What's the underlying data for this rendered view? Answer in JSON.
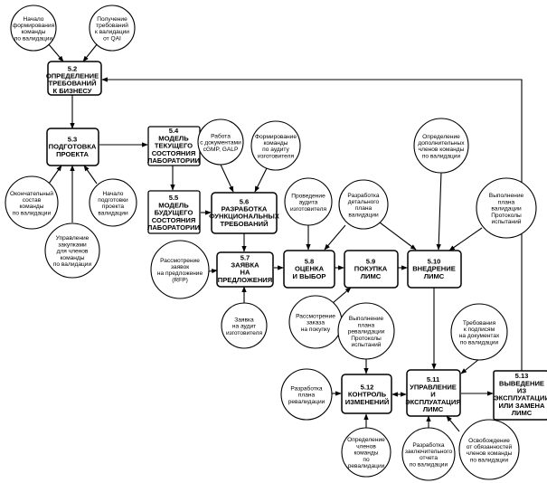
{
  "processes": [
    {
      "id": "p52",
      "lines": [
        "5.2",
        "ОПРЕДЕЛЕНИЕ",
        "ТРЕБОВАНИЙ",
        "К БИЗНЕСУ"
      ]
    },
    {
      "id": "p53",
      "lines": [
        "5.3",
        "ПОДГОТОВКА",
        "ПРОЕКТА"
      ]
    },
    {
      "id": "p54",
      "lines": [
        "5.4",
        "МОДЕЛЬ",
        "ТЕКУЩЕГО",
        "СОСТОЯНИЯ",
        "ЛАБОРАТОРИИ"
      ]
    },
    {
      "id": "p55",
      "lines": [
        "5.5",
        "МОДЕЛЬ",
        "БУДУЩЕГО",
        "СОСТОЯНИЯ",
        "ЛАБОРАТОРИИ"
      ]
    },
    {
      "id": "p56",
      "lines": [
        "5.6",
        "РАЗРАБОТКА",
        "ФУНКЦИОНАЛЬНЫХ",
        "ТРЕБОВАНИЙ"
      ]
    },
    {
      "id": "p57",
      "lines": [
        "5.7",
        "ЗАЯВКА",
        "НА",
        "ПРЕДЛОЖЕНИЯ"
      ]
    },
    {
      "id": "p58",
      "lines": [
        "5.8",
        "ОЦЕНКА",
        "И ВЫБОР"
      ]
    },
    {
      "id": "p59",
      "lines": [
        "5.9",
        "ПОКУПКА",
        "ЛИМС"
      ]
    },
    {
      "id": "p510",
      "lines": [
        "5.10",
        "ВНЕДРЕНИЕ",
        "ЛИМС"
      ]
    },
    {
      "id": "p511",
      "lines": [
        "5.11",
        "УПРАВЛЕНИЕ",
        "И",
        "ЭКСПЛУАТАЦИЯ",
        "ЛИМС"
      ]
    },
    {
      "id": "p512",
      "lines": [
        "5.12",
        "КОНТРОЛЬ",
        "ИЗМЕНЕНИЙ"
      ]
    },
    {
      "id": "p513",
      "lines": [
        "5.13",
        "ВЫВЕДЕНИЕ",
        "ИЗ",
        "ЭКСПЛУАТАЦИИ",
        "ИЛИ ЗАМЕНА",
        "ЛИМС"
      ]
    }
  ],
  "inputs": [
    {
      "id": "c1",
      "lines": [
        "Начало",
        "формирования",
        "команды",
        "по валидации"
      ]
    },
    {
      "id": "c2",
      "lines": [
        "Получение",
        "требований",
        "к валидации",
        "от QAI"
      ]
    },
    {
      "id": "c3",
      "lines": [
        "Окончательный",
        "состав",
        "команды",
        "по валидации"
      ]
    },
    {
      "id": "c4",
      "lines": [
        "Начало",
        "подготовки",
        "проекта",
        "валидации"
      ]
    },
    {
      "id": "c5",
      "lines": [
        "Управление",
        "закупками",
        "для членов",
        "команды",
        "по валидации"
      ]
    },
    {
      "id": "c6",
      "lines": [
        "Работа",
        "с документами",
        "cGMP, GALP"
      ]
    },
    {
      "id": "c7",
      "lines": [
        "Формирование",
        "команды",
        "по аудиту",
        "изготовителя"
      ]
    },
    {
      "id": "c8",
      "lines": [
        "Рассмотрение",
        "заявок",
        "на предложение",
        "(RFP)"
      ]
    },
    {
      "id": "c9",
      "lines": [
        "Заявка",
        "на аудит",
        "изготовителя"
      ]
    },
    {
      "id": "c10",
      "lines": [
        "Проведение",
        "аудита",
        "изготовителя"
      ]
    },
    {
      "id": "c11",
      "lines": [
        "Разработка",
        "детального",
        "плана",
        "валидации"
      ]
    },
    {
      "id": "c12",
      "lines": [
        "Определение",
        "дополнительных",
        "членов команды",
        "по валидации"
      ]
    },
    {
      "id": "c13",
      "lines": [
        "Выполнение",
        "плана",
        "валидации",
        "Протоколы",
        "испытаний"
      ]
    },
    {
      "id": "c14",
      "lines": [
        "Рассмотрение",
        "заказа",
        "на покупку"
      ]
    },
    {
      "id": "c15",
      "lines": [
        "Выполнение",
        "плана",
        "ревалидации",
        "Протоколы",
        "испытаний"
      ]
    },
    {
      "id": "c16",
      "lines": [
        "Требования",
        "к подписям",
        "на документах",
        "по валидации"
      ]
    },
    {
      "id": "c17",
      "lines": [
        "Разработка",
        "плана",
        "ревалидации"
      ]
    },
    {
      "id": "c18",
      "lines": [
        "Определение",
        "членов",
        "команды",
        "по",
        "ревалидации"
      ]
    },
    {
      "id": "c19",
      "lines": [
        "Разработка",
        "заключительного",
        "отчета",
        "по валидации"
      ]
    },
    {
      "id": "c20",
      "lines": [
        "Освобождение",
        "от обязанностей",
        "членов команды",
        "по валидации"
      ]
    }
  ]
}
